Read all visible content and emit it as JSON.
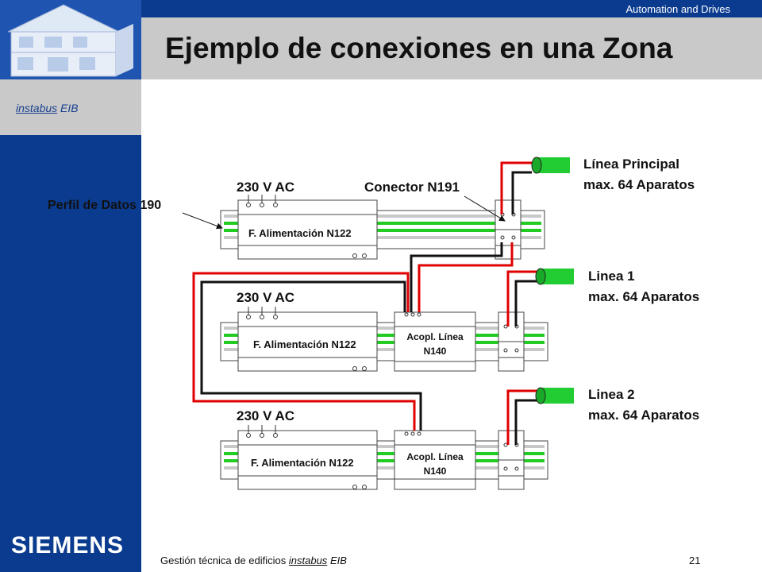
{
  "header": {
    "org": "Automation and Drives",
    "title": "Ejemplo de conexiones en una Zona"
  },
  "sidebar": {
    "product_name": "instabus",
    "product_suffix": "EIB",
    "brand": "SIEMENS"
  },
  "footer": {
    "text": "Gestión técnica de edificios",
    "product_name": "instabus",
    "product_suffix": "EIB",
    "page": "21"
  },
  "diagram": {
    "voltage_1": "230 V AC",
    "voltage_2": "230 V AC",
    "voltage_3": "230 V AC",
    "psu_1": "F. Alimentación N122",
    "psu_2": "F. Alimentación N122",
    "psu_3": "F. Alimentación N122",
    "coupler_2_line1": "Acopl. Línea",
    "coupler_2_line2": "N140",
    "coupler_3_line1": "Acopl. Línea",
    "coupler_3_line2": "N140",
    "data_rail_label": "Perfil de Datos 190",
    "connector_label": "Conector N191",
    "main_line_title": "Línea Principal",
    "main_line_sub": "max. 64 Aparatos",
    "line1_title": "Linea 1",
    "line1_sub": "max. 64 Aparatos",
    "line2_title": "Linea 2",
    "line2_sub": "max. 64 Aparatos",
    "colors": {
      "bus_red": "#e00000",
      "bus_black": "#111111",
      "rail_green": "#22cc22",
      "rail_grey": "#c8c8c8",
      "cable_green": "#22cc33"
    }
  }
}
